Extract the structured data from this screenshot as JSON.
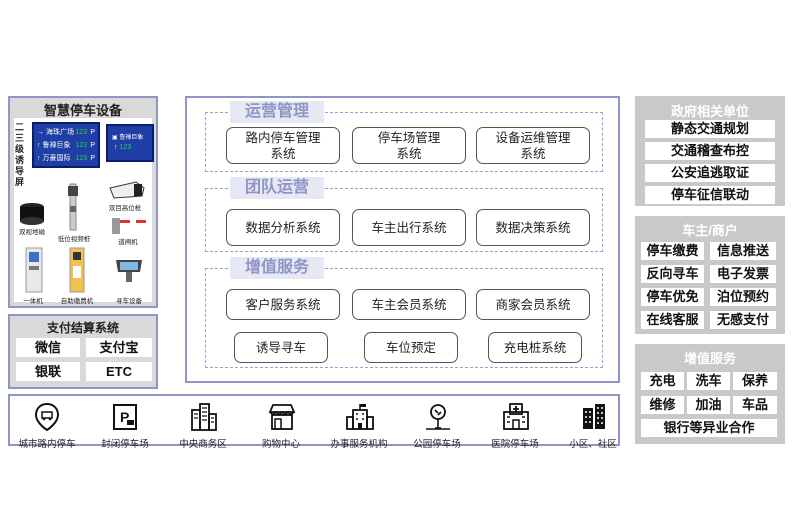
{
  "devices": {
    "title": "智慧停车设备",
    "side_label": "二三级诱导屏",
    "sign1_rows": [
      "→ 海珠广场",
      "↑ 鲁禅巨象",
      "↑ 万豪国际"
    ],
    "sign1_values": [
      "123",
      "123",
      "123"
    ],
    "sign2_title": "鲁禅巨象",
    "sign2_value": "123",
    "labels": {
      "shuangshi": "双视地磁",
      "dipianzhuang": "低位视频桩",
      "gaowei": "双目高位枪",
      "daozhaji": "道闸机",
      "yitiji": "一体机",
      "zizhu": "自助缴费机",
      "xunche": "寻车设备"
    }
  },
  "payment": {
    "title": "支付结算系统",
    "items": [
      "微信",
      "支付宝",
      "银联",
      "ETC"
    ]
  },
  "center": {
    "sections": [
      {
        "title": "运营管理",
        "systems": [
          "路内停车管理\n系统",
          "停车场管理\n系统",
          "设备运维管理\n系统"
        ]
      },
      {
        "title": "团队运营",
        "systems": [
          "数据分析系统",
          "车主出行系统",
          "数据决策系统"
        ]
      },
      {
        "title": "增值服务",
        "systems": [
          "客户服务系统",
          "车主会员系统",
          "商家会员系统",
          "诱导寻车",
          "车位预定",
          "充电桩系统"
        ]
      }
    ]
  },
  "gov": {
    "title": "政府相关单位",
    "items": [
      "静态交通规划",
      "交通稽查布控",
      "公安追逃取证",
      "停车征信联动"
    ]
  },
  "owner": {
    "title": "车主/商户",
    "items": [
      "停车缴费",
      "信息推送",
      "反向寻车",
      "电子发票",
      "停车优免",
      "泊位预约",
      "在线客服",
      "无感支付"
    ]
  },
  "vas": {
    "title": "增值服务",
    "items": [
      "充电",
      "洗车",
      "保养",
      "维修",
      "加油",
      "车品"
    ],
    "wide": "银行等异业合作"
  },
  "bottom": {
    "items": [
      {
        "label": "城市路内停车",
        "icon": "location-pin-icon"
      },
      {
        "label": "封闭停车场",
        "icon": "parking-sign-icon"
      },
      {
        "label": "中央商务区",
        "icon": "office-towers-icon"
      },
      {
        "label": "购物中心",
        "icon": "shop-icon"
      },
      {
        "label": "办事服务机构",
        "icon": "government-building-icon"
      },
      {
        "label": "公园停车场",
        "icon": "park-tree-icon"
      },
      {
        "label": "医院停车场",
        "icon": "hospital-icon"
      },
      {
        "label": "小区、社区",
        "icon": "apartment-icon"
      }
    ]
  }
}
